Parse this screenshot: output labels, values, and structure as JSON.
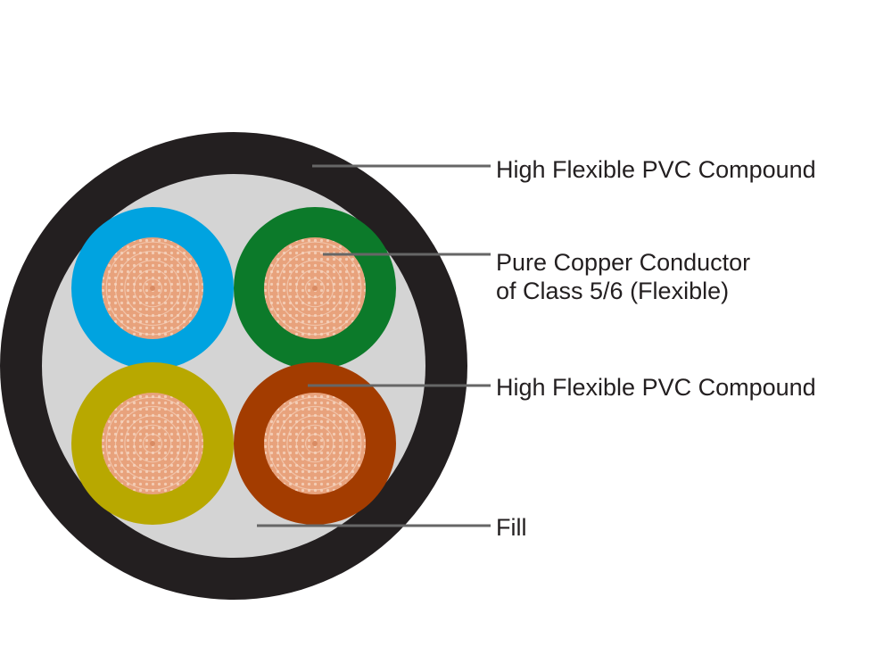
{
  "colors": {
    "outer_sheath": "#231f20",
    "fill": "#d4d4d4",
    "copper": "#e8a27c",
    "copper_strand": "#f7d9c6",
    "leader_line": "#666666",
    "label_text": "#231f20"
  },
  "cores": [
    {
      "name": "core-blue",
      "color": "#00a3e0"
    },
    {
      "name": "core-green",
      "color": "#0c7a2a"
    },
    {
      "name": "core-yellow",
      "color": "#b8a800"
    },
    {
      "name": "core-brown",
      "color": "#a33c00"
    }
  ],
  "labels": [
    {
      "name": "label-outer-sheath",
      "lines": [
        "High Flexible PVC Compound"
      ]
    },
    {
      "name": "label-conductor",
      "lines": [
        "Pure Copper Conductor",
        "of Class 5/6 (Flexible)"
      ]
    },
    {
      "name": "label-insulation",
      "lines": [
        "High Flexible PVC Compound"
      ]
    },
    {
      "name": "label-fill",
      "lines": [
        "Fill"
      ]
    }
  ]
}
